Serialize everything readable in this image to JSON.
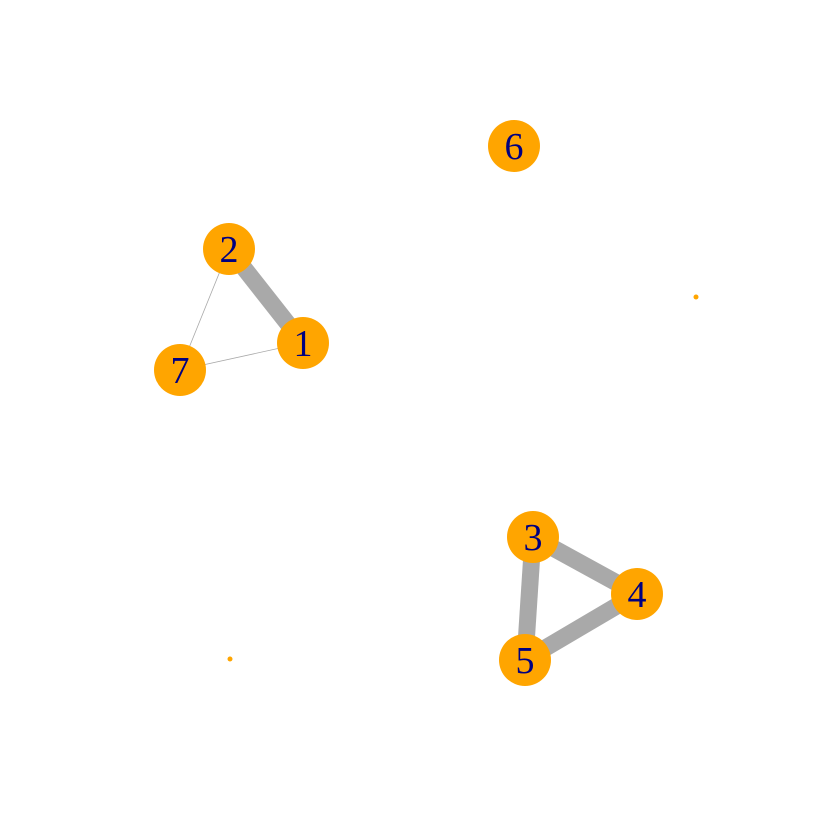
{
  "graph": {
    "node_color": "#FFA500",
    "label_color": "#000080",
    "edge_color": "#A9A9A9",
    "nodes": [
      {
        "id": "n1",
        "label": "1",
        "size": "large"
      },
      {
        "id": "n2",
        "label": "2",
        "size": "large"
      },
      {
        "id": "n3",
        "label": "3",
        "size": "large"
      },
      {
        "id": "n4",
        "label": "4",
        "size": "large"
      },
      {
        "id": "n5",
        "label": "5",
        "size": "large"
      },
      {
        "id": "n6",
        "label": "6",
        "size": "large"
      },
      {
        "id": "n7",
        "label": "7",
        "size": "large"
      },
      {
        "id": "dot-a",
        "label": "",
        "size": "tiny"
      },
      {
        "id": "dot-b",
        "label": "",
        "size": "tiny"
      }
    ],
    "edges": [
      {
        "from": "n1",
        "to": "n2",
        "weight": "heavy"
      },
      {
        "from": "n1",
        "to": "n7",
        "weight": "thin"
      },
      {
        "from": "n2",
        "to": "n7",
        "weight": "thin"
      },
      {
        "from": "n3",
        "to": "n4",
        "weight": "heavy"
      },
      {
        "from": "n3",
        "to": "n5",
        "weight": "heavy"
      },
      {
        "from": "n4",
        "to": "n5",
        "weight": "heavy"
      }
    ]
  }
}
